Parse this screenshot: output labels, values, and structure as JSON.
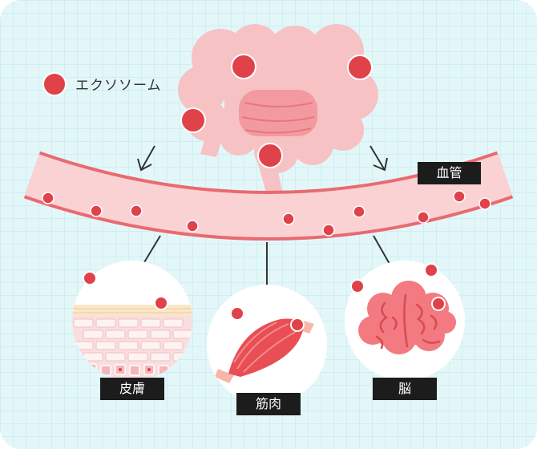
{
  "legend": {
    "label": "エクソソーム",
    "icon": "exosome-dot"
  },
  "labels": {
    "vessel": "血管",
    "skin": "皮膚",
    "muscle": "筋肉",
    "brain": "脳"
  },
  "colors": {
    "background": "#e3f7f9",
    "exosome": "#e0424a",
    "vessel_fill": "#fbd2d4",
    "vessel_wall": "#e96a70",
    "intestine": "#f7c2c4",
    "label_bg": "#1c1c1c"
  }
}
